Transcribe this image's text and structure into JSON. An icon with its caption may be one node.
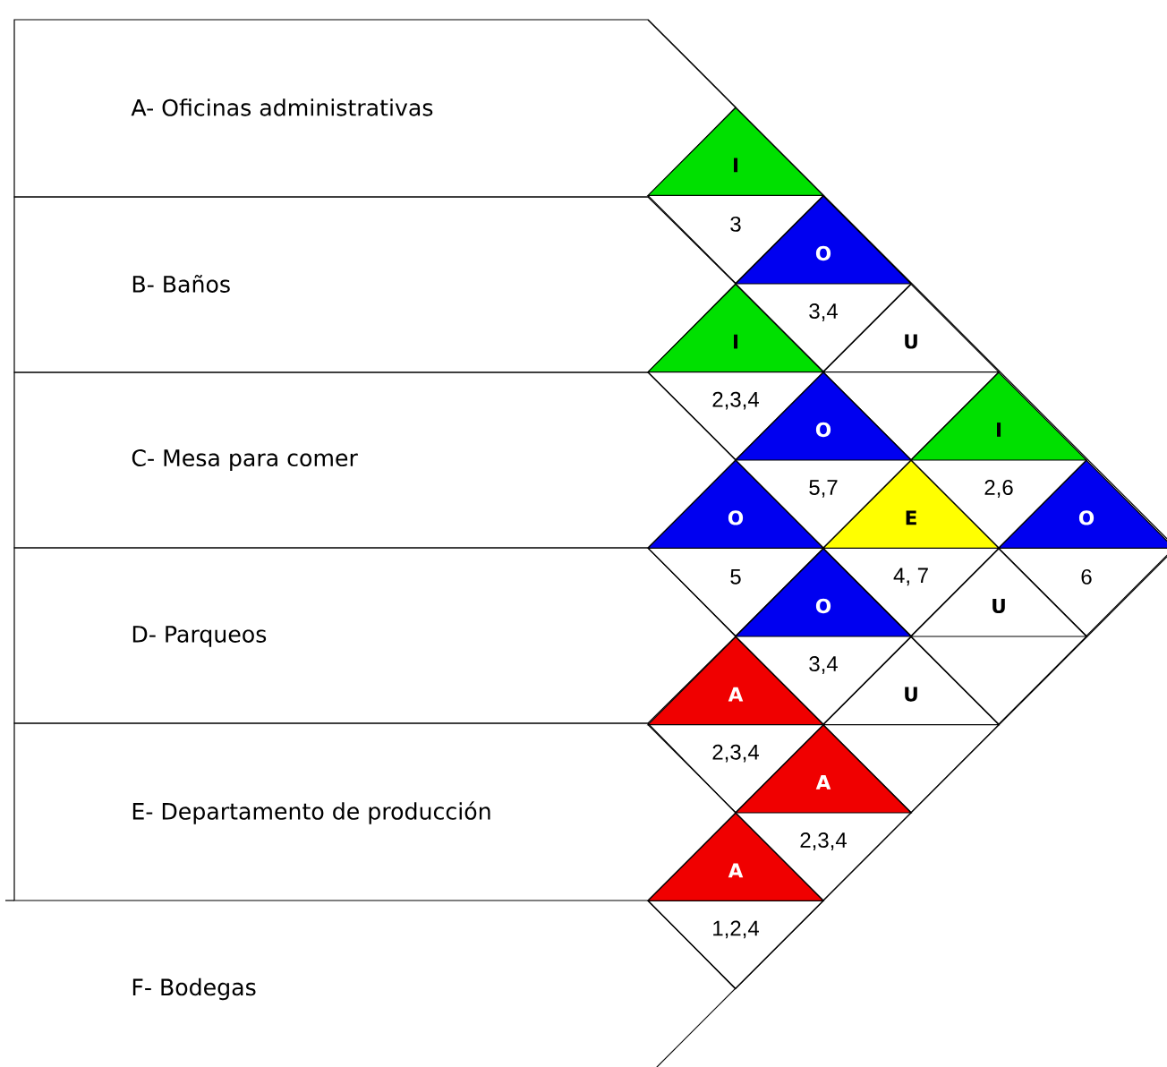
{
  "diagram": {
    "nodes": [
      {
        "text": [
          "A- Oficinas administrativas"
        ]
      },
      {
        "text": [
          "B- Baños"
        ]
      },
      {
        "text": [
          "C- Mesa para comer"
        ]
      },
      {
        "text": [
          "D- Parqueos"
        ]
      },
      {
        "text": [
          "E- Departamento de producción"
        ]
      },
      {
        "text": [
          "F- Bodegas"
        ]
      },
      {
        "text": [
          "I",
          "3"
        ]
      },
      {
        "text": [
          "O",
          "3,4"
        ]
      },
      {
        "text": [
          "I",
          "2,3,4"
        ]
      },
      {
        "text": [
          "U"
        ]
      },
      {
        "text": [
          "O",
          "5,7"
        ]
      },
      {
        "text": [
          "I",
          "2,6"
        ]
      },
      {
        "text": [
          "O",
          "5"
        ]
      },
      {
        "text": [
          "E",
          "4, 7"
        ]
      },
      {
        "text": [
          "O",
          "6"
        ]
      },
      {
        "text": [
          "O",
          "3,4"
        ]
      },
      {
        "text": [
          "U"
        ]
      },
      {
        "text": [
          "A",
          "2,3,4"
        ]
      },
      {
        "text": [
          "U"
        ]
      },
      {
        "text": [
          "A",
          "2,3,4"
        ]
      },
      {
        "text": [
          "A",
          "1,2,4"
        ]
      }
    ]
  }
}
